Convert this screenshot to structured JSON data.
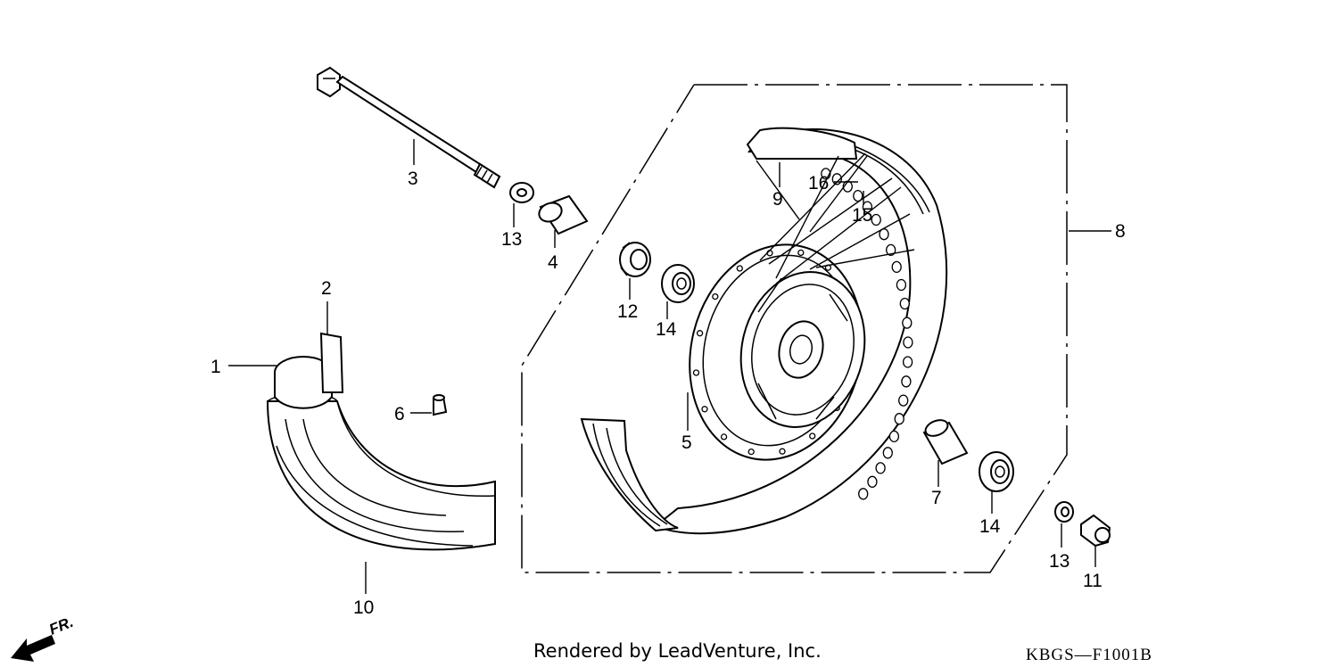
{
  "parts": {
    "callouts": [
      {
        "id": "p1",
        "label": "1"
      },
      {
        "id": "p2",
        "label": "2"
      },
      {
        "id": "p3",
        "label": "3"
      },
      {
        "id": "p4",
        "label": "4"
      },
      {
        "id": "p5",
        "label": "5"
      },
      {
        "id": "p6",
        "label": "6"
      },
      {
        "id": "p7",
        "label": "7"
      },
      {
        "id": "p8",
        "label": "8"
      },
      {
        "id": "p9",
        "label": "9"
      },
      {
        "id": "p10",
        "label": "10"
      },
      {
        "id": "p11",
        "label": "11"
      },
      {
        "id": "p12",
        "label": "12"
      },
      {
        "id": "p13a",
        "label": "13"
      },
      {
        "id": "p13b",
        "label": "13"
      },
      {
        "id": "p14a",
        "label": "14"
      },
      {
        "id": "p14b",
        "label": "14"
      },
      {
        "id": "p15",
        "label": "15"
      },
      {
        "id": "p16",
        "label": "16"
      }
    ]
  },
  "footer": {
    "rendered_by": "Rendered by LeadVenture, Inc.",
    "diagram_code": "KBGS—F1001B",
    "direction_label": "FR."
  }
}
